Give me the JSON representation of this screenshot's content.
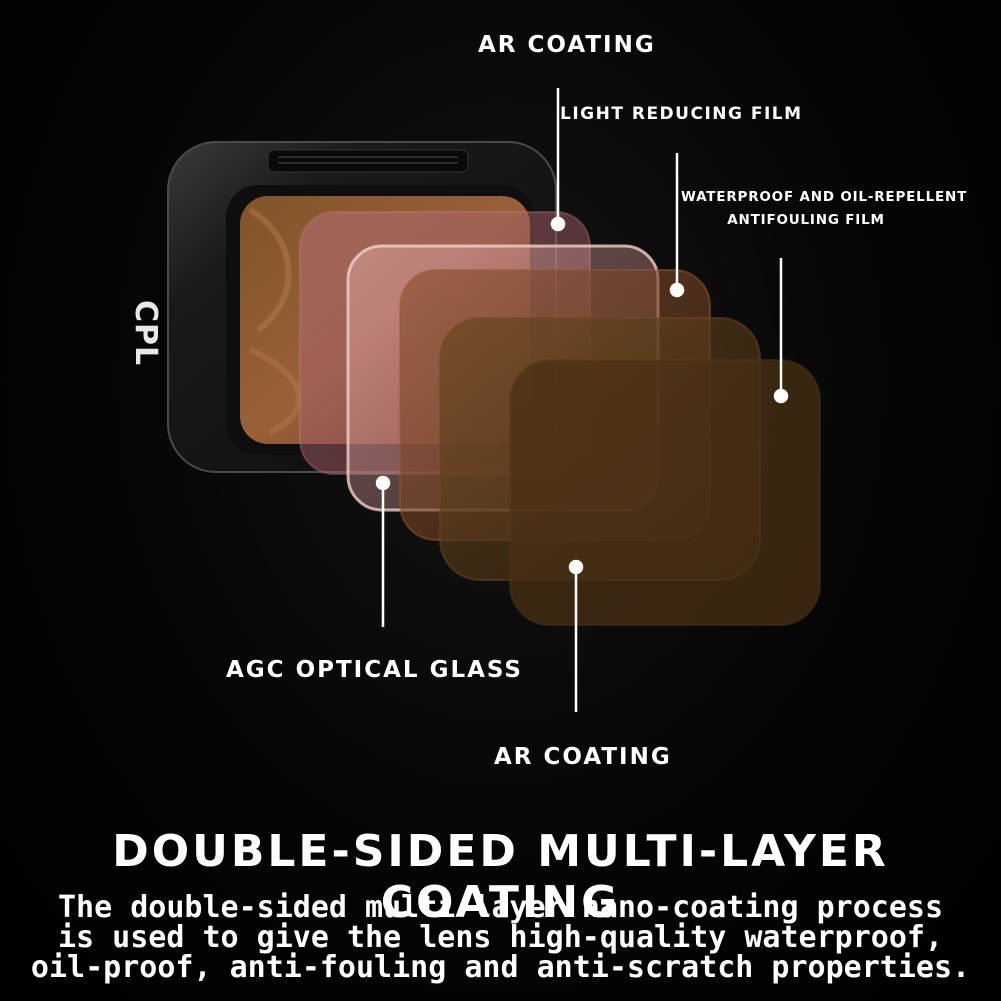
{
  "filter": {
    "badge": "CPL"
  },
  "callouts": {
    "ar_coating_top": "AR COATING",
    "light_reducing_film": "LIGHT REDUCING FILM",
    "waterproof_line1": "WATERPROOF AND OIL-REPELLENT",
    "waterproof_line2": "ANTIFOULING FILM",
    "agc_optical_glass": "AGC OPTICAL GLASS",
    "ar_coating_bottom": "AR COATING"
  },
  "headline": "DOUBLE-SIDED MULTI-LAYER COATING",
  "description": {
    "line1": "The double-sided multi-layer nano-coating process",
    "line2": "is used to give the lens high-quality waterproof,",
    "line3": "oil-proof, anti-fouling and anti-scratch properties."
  },
  "colors": {
    "background": "#000000",
    "text": "#ffffff",
    "glass_tint": "#a0603a",
    "frame": "#1c1c1c"
  }
}
